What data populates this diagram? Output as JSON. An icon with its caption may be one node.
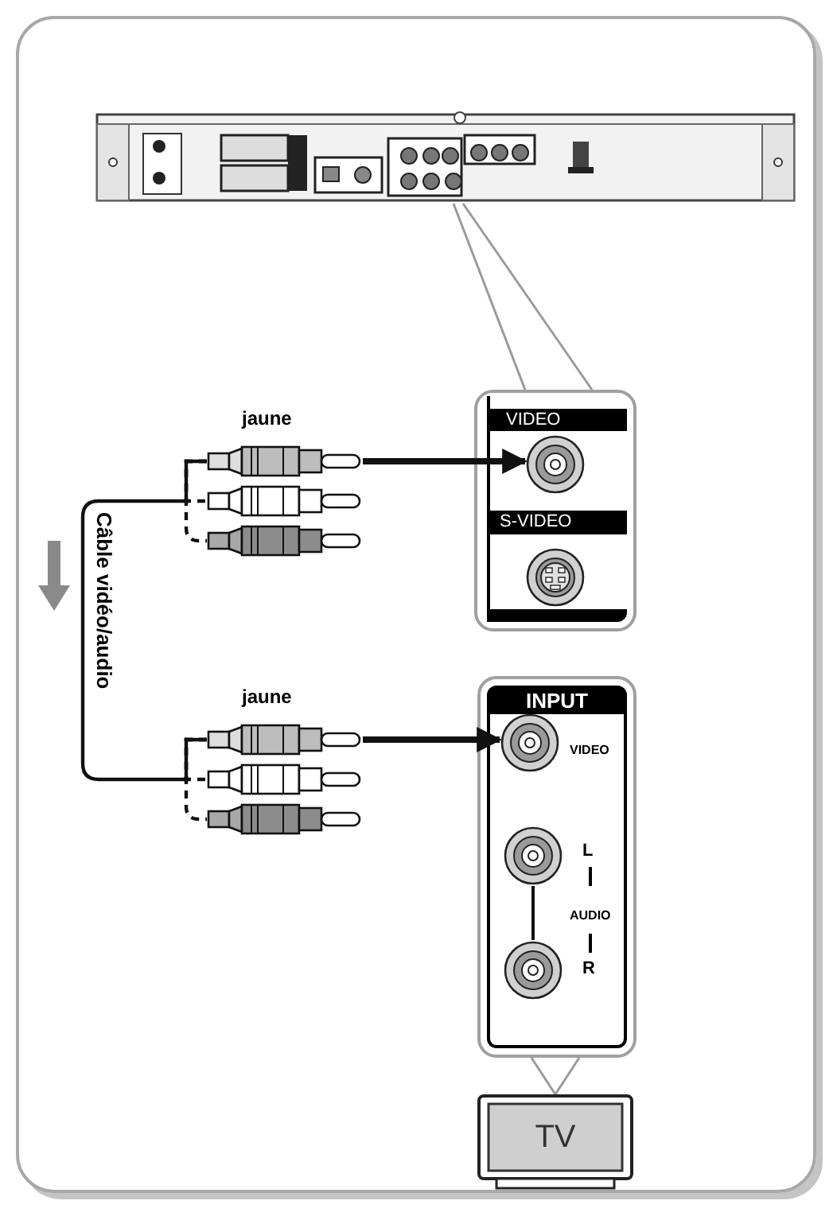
{
  "diagram": {
    "nodes": [
      {
        "text": [],
        "shape": "picture"
      },
      {
        "text": [
          "VIDEO",
          "S-VIDEO"
        ]
      },
      {
        "text": [],
        "shape": "circle",
        "in": 1
      },
      {
        "text": [],
        "shape": "picture",
        "beside": [
          "jaune"
        ]
      },
      {
        "text": [],
        "shape": "picture"
      },
      {
        "text": [],
        "shape": "picture"
      },
      {
        "text": [],
        "shape": "picture",
        "beside": [
          "jaune"
        ]
      },
      {
        "text": [],
        "shape": "picture"
      },
      {
        "text": [],
        "shape": "picture"
      },
      {
        "text": [
          "INPUT",
          "VIDEO",
          "L",
          "AUDIO",
          "R"
        ]
      },
      {
        "text": [],
        "shape": "circle",
        "in": 9
      },
      {
        "text": [
          "TV"
        ]
      },
      {
        "text": [],
        "shape": "circle",
        "in": 1
      },
      {
        "text": [],
        "shape": "circle",
        "in": 9
      },
      {
        "text": [],
        "shape": "circle",
        "in": 9
      }
    ],
    "edges": [
      {
        "from": 0,
        "to": 1,
        "arrow": "none",
        "color": "#9a9a9a"
      },
      {
        "from": 3,
        "to": 2,
        "arrow": "to",
        "style": "thick"
      },
      {
        "from": 3,
        "to": 4,
        "arrow": "none",
        "style": "dashed"
      },
      {
        "from": 3,
        "to": 5,
        "arrow": "none",
        "style": "dashed"
      },
      {
        "from": 3,
        "to": 6,
        "arrow": "none",
        "label": "Câble vidéo/audio"
      },
      {
        "from": 6,
        "to": 10,
        "arrow": "to",
        "style": "thick"
      },
      {
        "from": 6,
        "to": 7,
        "arrow": "none",
        "style": "dashed"
      },
      {
        "from": 6,
        "to": 8,
        "arrow": "none",
        "style": "dashed"
      },
      {
        "from": 11,
        "to": 9,
        "arrow": "none",
        "color": "#9a9a9a"
      },
      {
        "from": 13,
        "to": 14,
        "arrow": "none"
      }
    ]
  }
}
